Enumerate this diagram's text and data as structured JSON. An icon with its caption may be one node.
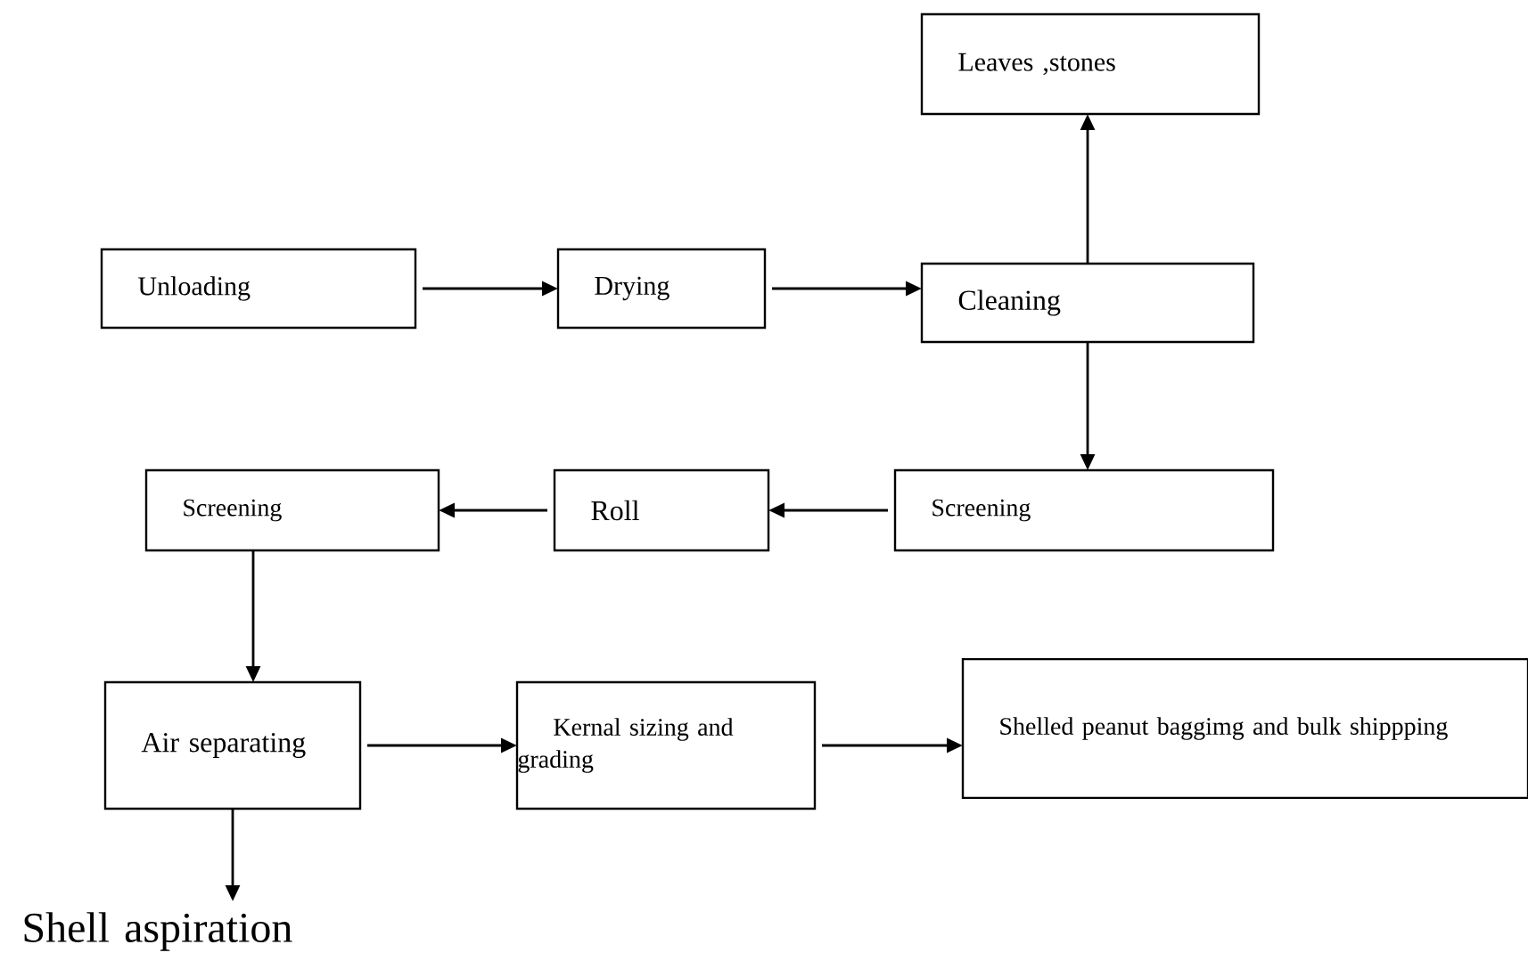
{
  "diagram": {
    "nodes": [
      {
        "text": [
          "Leaves ,stones"
        ]
      },
      {
        "text": [
          "Unloading"
        ]
      },
      {
        "text": [
          "Drying"
        ]
      },
      {
        "text": [
          "Cleaning"
        ]
      },
      {
        "text": [
          "Screening"
        ]
      },
      {
        "text": [
          "Roll"
        ]
      },
      {
        "text": [
          "Screening"
        ]
      },
      {
        "text": [
          "Air separating"
        ]
      },
      {
        "text": [
          "Kernal sizing and grading"
        ]
      },
      {
        "text": [
          "Shelled peanut baggimg and bulk shippping"
        ]
      },
      {
        "text": [
          "Shell aspiration"
        ]
      }
    ],
    "edges": [
      {
        "from": 1,
        "to": 2,
        "arrow": "to"
      },
      {
        "from": 2,
        "to": 3,
        "arrow": "to"
      },
      {
        "from": 3,
        "to": 0,
        "arrow": "to"
      },
      {
        "from": 3,
        "to": 6,
        "arrow": "to"
      },
      {
        "from": 6,
        "to": 5,
        "arrow": "to"
      },
      {
        "from": 5,
        "to": 4,
        "arrow": "to"
      },
      {
        "from": 4,
        "to": 7,
        "arrow": "to"
      },
      {
        "from": 7,
        "to": 8,
        "arrow": "to"
      },
      {
        "from": 8,
        "to": 9,
        "arrow": "to"
      },
      {
        "from": 7,
        "to": 10,
        "arrow": "to"
      }
    ]
  }
}
